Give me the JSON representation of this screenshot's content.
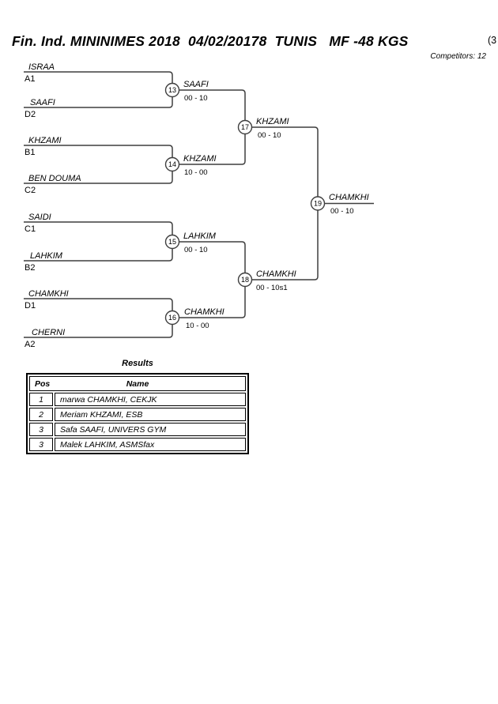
{
  "header": {
    "title": "Fin. Ind. MININIMES 2018  04/02/20178  TUNIS   MF -48 KGS",
    "competitors": "Competitors: 12",
    "corner_mark": "(3"
  },
  "bracket": {
    "matches": {
      "m13": {
        "number": "13",
        "top_name": "ISRAA",
        "top_seed": "A1",
        "bottom_name": "SAAFI",
        "bottom_seed": "D2",
        "winner_name": "SAAFI",
        "winner_score": "00 - 10"
      },
      "m14": {
        "number": "14",
        "top_name": "KHZAMI",
        "top_seed": "B1",
        "bottom_name": "BEN DOUMA",
        "bottom_seed": "C2",
        "winner_name": "KHZAMI",
        "winner_score": "10 - 00"
      },
      "m15": {
        "number": "15",
        "top_name": "SAIDI",
        "top_seed": "C1",
        "bottom_name": "LAHKIM",
        "bottom_seed": "B2",
        "winner_name": "LAHKIM",
        "winner_score": "00 - 10"
      },
      "m16": {
        "number": "16",
        "top_name": "CHAMKHI",
        "top_seed": "D1",
        "bottom_name": "CHERNI",
        "bottom_seed": "A2",
        "winner_name": "CHAMKHI",
        "winner_score": "10 - 00"
      },
      "m17": {
        "number": "17",
        "winner_name": "KHZAMI",
        "winner_score": "00 - 10"
      },
      "m18": {
        "number": "18",
        "winner_name": "CHAMKHI",
        "winner_score": "00 - 10s1"
      },
      "m19": {
        "number": "19",
        "winner_name": "CHAMKHI",
        "winner_score": "00 - 10"
      }
    },
    "line_color": "#3f3f3f"
  },
  "results": {
    "title": "Results",
    "columns": {
      "pos": "Pos",
      "name": "Name"
    },
    "rows": [
      {
        "pos": "1",
        "name": "marwa CHAMKHI, CEKJK"
      },
      {
        "pos": "2",
        "name": "Meriam KHZAMI, ESB"
      },
      {
        "pos": "3",
        "name": "Safa SAAFI, UNIVERS GYM"
      },
      {
        "pos": "3",
        "name": "Malek LAHKIM, ASMSfax"
      }
    ]
  }
}
